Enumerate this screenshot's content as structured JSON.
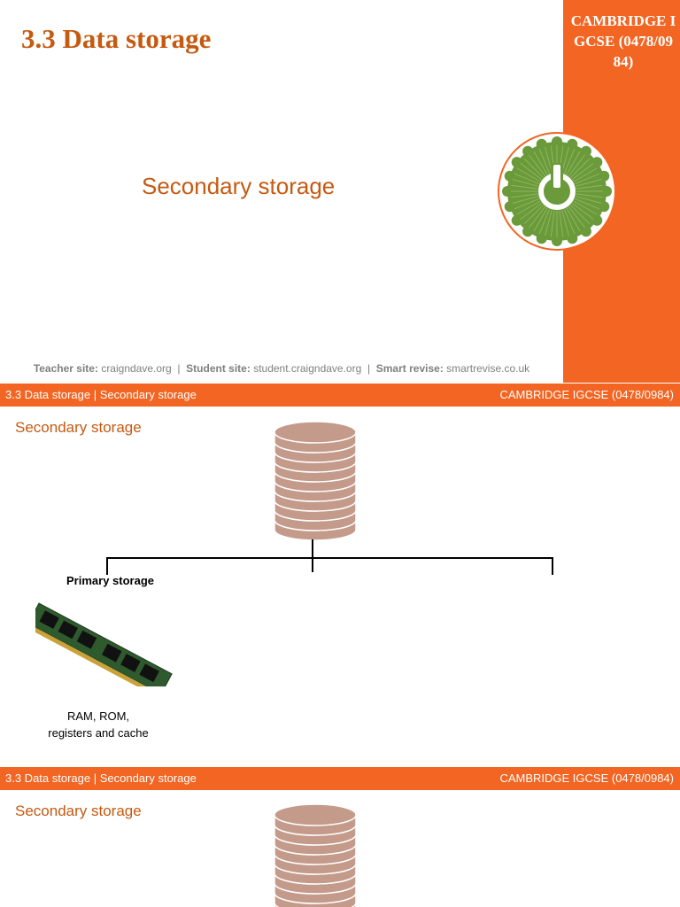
{
  "slide1": {
    "title": "3.3 Data storage",
    "side_label": "CAMBRIDGE IGCSE (0478/0984)",
    "subtitle": "Secondary storage",
    "footer": {
      "teacher_label": "Teacher site:",
      "teacher_value": "craigndave.org",
      "student_label": "Student site:",
      "student_value": "student.craigndave.org",
      "revise_label": "Smart revise:",
      "revise_value": "smartrevise.co.uk",
      "separator": "|"
    },
    "badge_icon": "power-icon"
  },
  "slide2": {
    "header_left": "3.3 Data storage | Secondary storage",
    "header_right": "CAMBRIDGE IGCSE (0478/0984)",
    "section_title": "Secondary storage",
    "primary_label": "Primary storage",
    "primary_caption_line1": "RAM, ROM,",
    "primary_caption_line2": "registers and cache",
    "icons": [
      "database-icon",
      "ram-module-icon"
    ]
  },
  "slide3": {
    "header_left": "3.3 Data storage | Secondary storage",
    "header_right": "CAMBRIDGE IGCSE (0478/0984)",
    "section_title": "Secondary storage"
  },
  "colors": {
    "accent": "#f26522",
    "title_orange": "#c55a11",
    "database": "#c49a8a",
    "badge_green": "#6a9a3a"
  }
}
